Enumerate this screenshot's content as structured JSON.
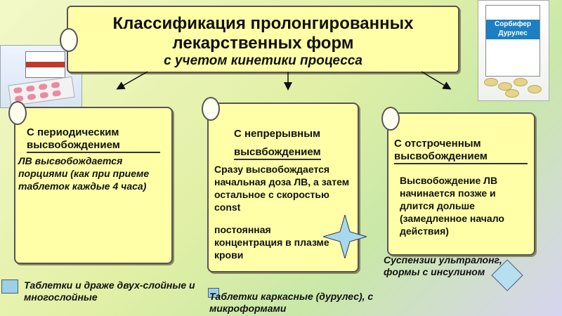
{
  "title": {
    "line1": "Классификация пролонгированных",
    "line2": "лекарственных форм",
    "line3": "с учетом кинетики процесса"
  },
  "columns": [
    {
      "heading": "С периодическим высвобождением",
      "body": "ЛВ высвобождается порциями (как при приеме таблеток каждые 4 часа)"
    },
    {
      "heading_line1": "С непрерывным",
      "heading_line2": "высвбождением",
      "body1": "Сразу высвобождается начальная доза ЛВ, а затем остальное с скоростью const",
      "body2": "постоянная концентрация в плазме крови"
    },
    {
      "heading": "С отстроченным высвобождением",
      "body": "Высвобождение ЛВ начинается позже и длится дольше (замедленное начало действия)"
    }
  ],
  "bottom_labels": {
    "left": "Таблетки и драже двух-слойные и многослойные",
    "middle": "Таблетки каркасные (дурулес), с микроформами",
    "right": "Суспензии ультралонг, формы с инсулином"
  },
  "product_labels": {
    "right_box": "Сорбифер Дурулес"
  },
  "colors": {
    "scroll_fill": "#ffffa8",
    "accent_blue": "#9ad0e8"
  }
}
